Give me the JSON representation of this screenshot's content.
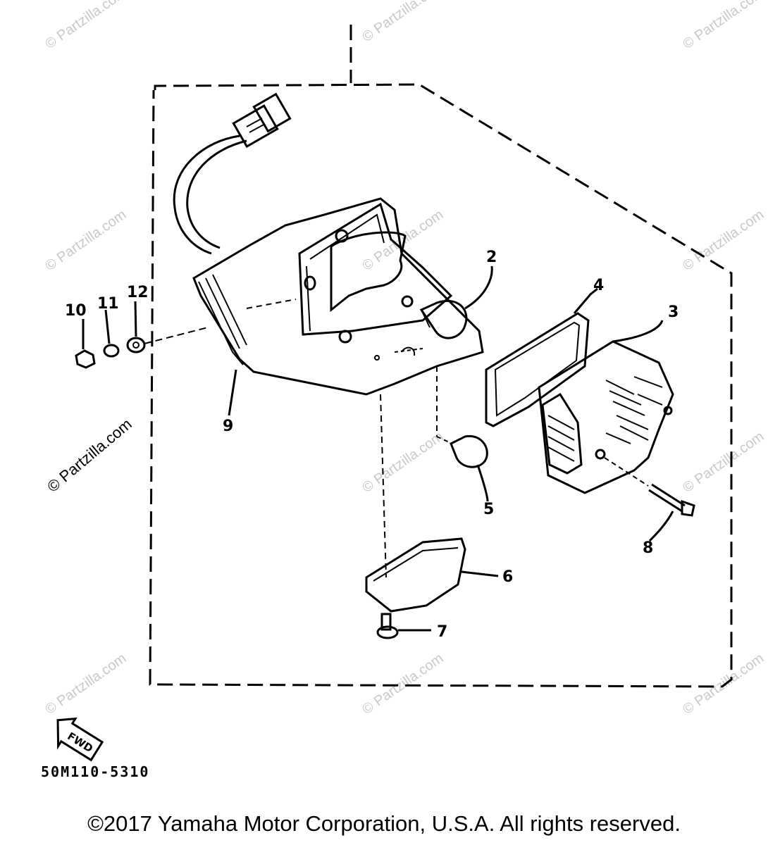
{
  "parts": {
    "p1": "2",
    "p2": "4",
    "p3": "3",
    "p4": "12",
    "p5": "11",
    "p6": "10",
    "p7": "9",
    "p8": "5",
    "p9": "8",
    "p10": "6",
    "p11": "7"
  },
  "fwd_label": "FWD",
  "diagram_code": "50M110-5310",
  "copyright": "©2017 Yamaha Motor Corporation, U.S.A. All rights reserved.",
  "watermark": "© Partzilla.com"
}
